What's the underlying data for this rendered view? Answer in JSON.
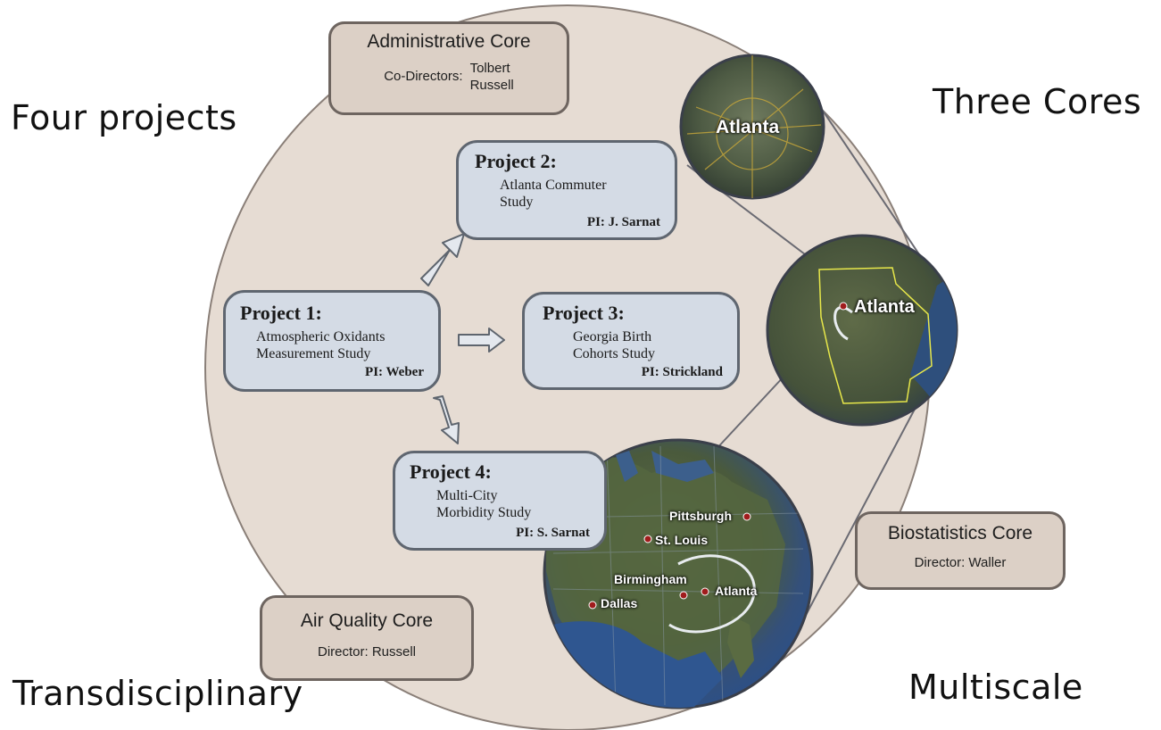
{
  "corners": {
    "top_left": "Four projects",
    "top_right": "Three Cores",
    "bottom_left": "Transdisciplinary",
    "bottom_right": "Multiscale"
  },
  "cores": {
    "administrative": {
      "title": "Administrative Core",
      "codirectors_label": "Co-Directors:",
      "names": [
        "Tolbert",
        "Russell"
      ]
    },
    "air_quality": {
      "title": "Air Quality Core",
      "director": "Director: Russell"
    },
    "biostatistics": {
      "title": "Biostatistics Core",
      "director": "Director: Waller"
    }
  },
  "projects": [
    {
      "title": "Project 1:",
      "lines": [
        "Atmospheric Oxidants",
        "Measurement Study"
      ],
      "pi": "PI: Weber"
    },
    {
      "title": "Project 2:",
      "lines": [
        "Atlanta Commuter",
        "Study"
      ],
      "pi": "PI: J. Sarnat"
    },
    {
      "title": "Project 3:",
      "lines": [
        "Georgia Birth",
        "Cohorts Study"
      ],
      "pi": "PI: Strickland"
    },
    {
      "title": "Project 4:",
      "lines": [
        "Multi-City",
        "Morbidity Study"
      ],
      "pi": "PI: S. Sarnat"
    }
  ],
  "maps": {
    "city_scale": {
      "label": "Atlanta"
    },
    "state_scale": {
      "label": "Atlanta"
    },
    "regional_scale": {
      "cities": [
        "Pittsburgh",
        "St. Louis",
        "Birmingham",
        "Atlanta",
        "Dallas"
      ]
    }
  },
  "colors": {
    "outer_circle": "#e6dcd3",
    "core_box": "#dcd0c6",
    "project_box": "#d4dbe5",
    "arrow": "#e4e8ee",
    "city_marker": "#a01c1c",
    "state_border": "#e8e84a"
  }
}
